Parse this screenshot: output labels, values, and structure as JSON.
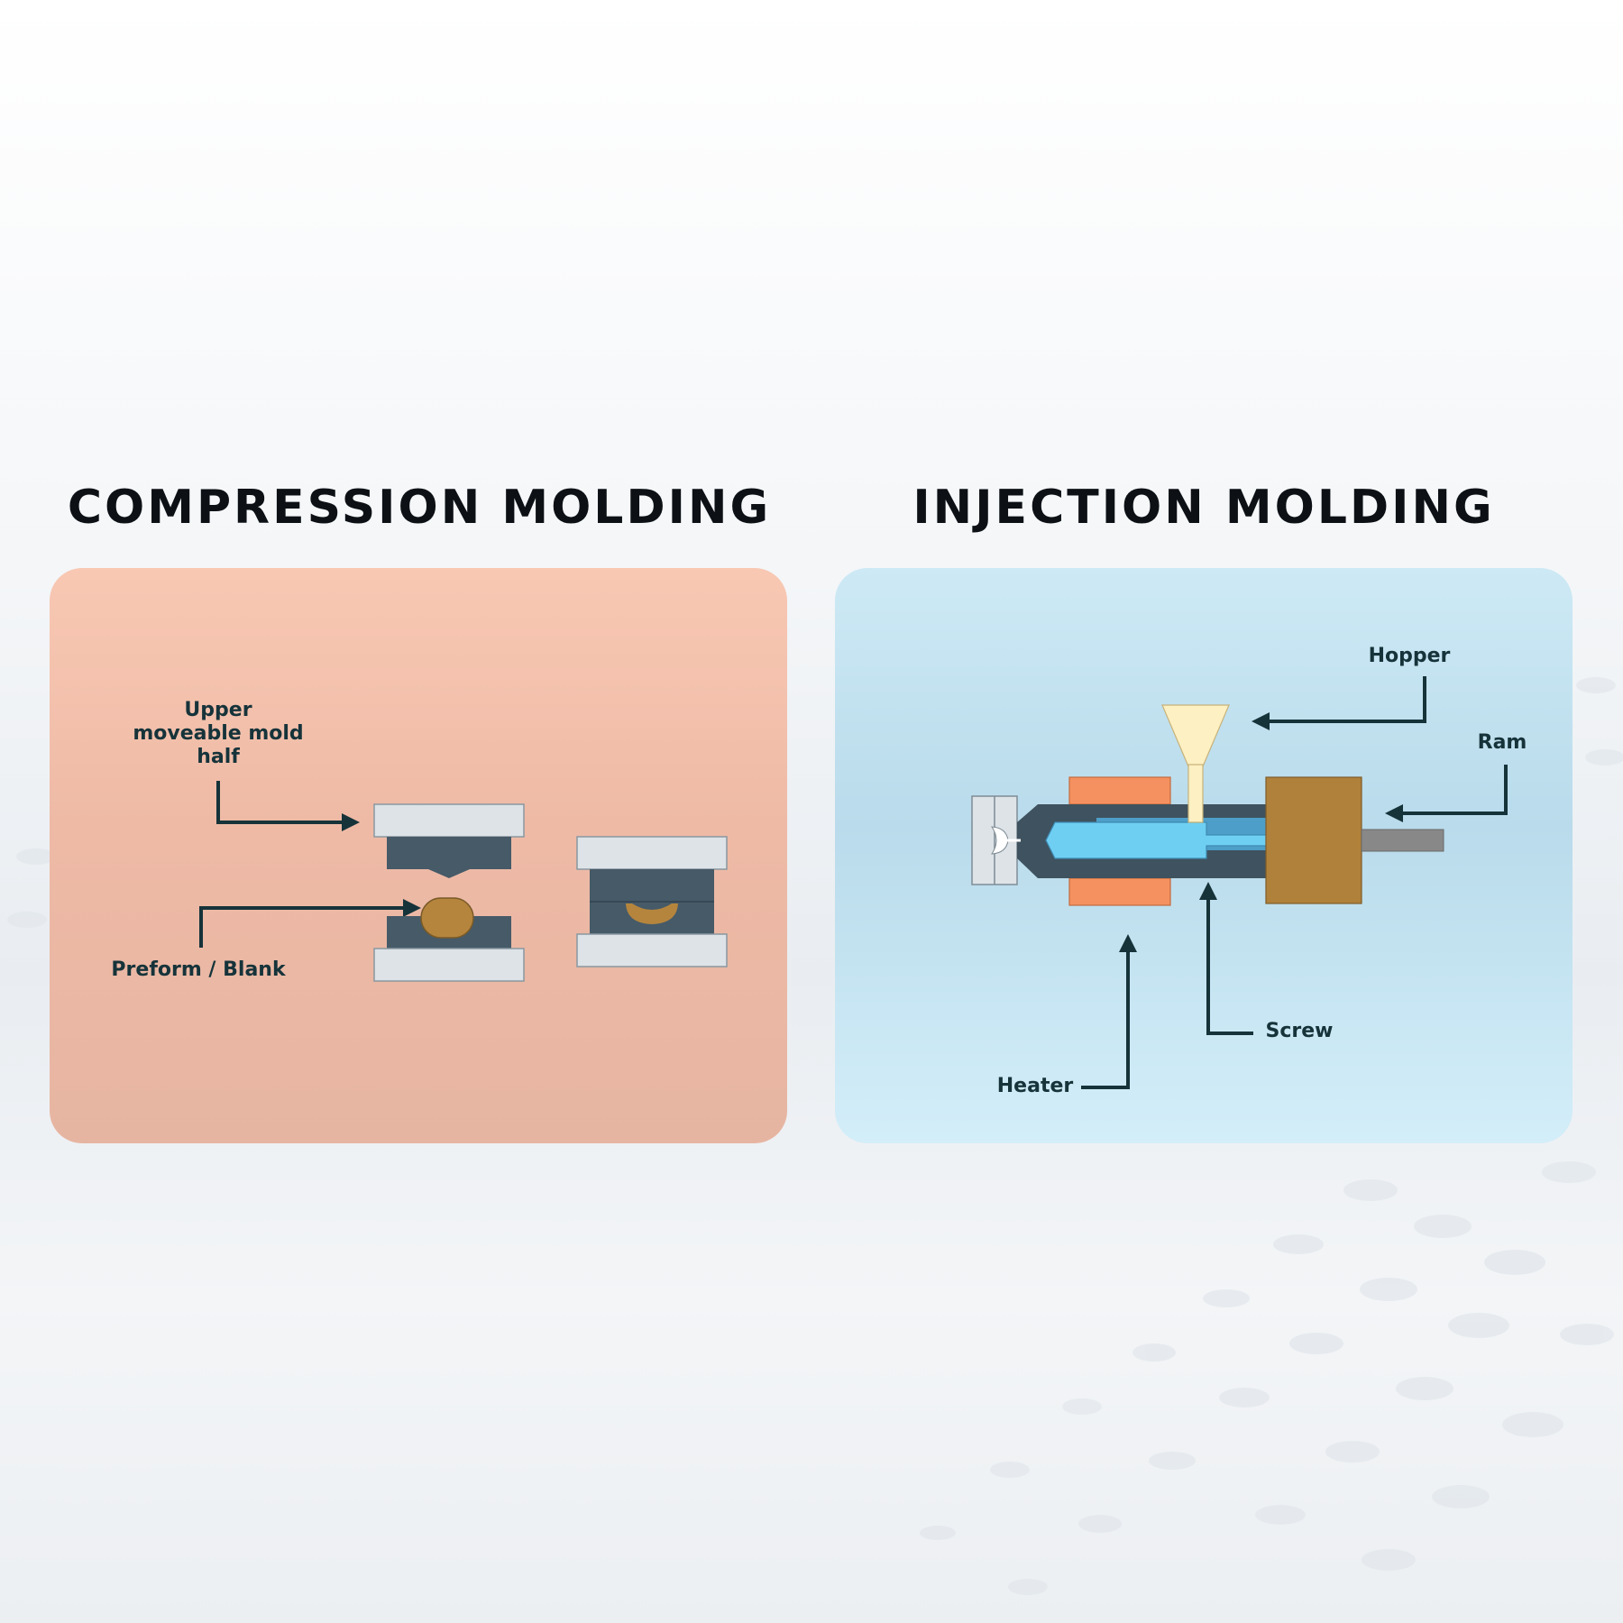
{
  "compression": {
    "title": "COMPRESSION MOLDING",
    "labels": {
      "upper_line1": "Upper",
      "upper_line2": "moveable mold",
      "upper_line3": "half",
      "preform": "Preform / Blank"
    }
  },
  "injection": {
    "title": "INJECTION MOLDING",
    "labels": {
      "hopper": "Hopper",
      "ram": "Ram",
      "screw": "Screw",
      "heater": "Heater"
    }
  },
  "colors": {
    "mold_dark": "#465a68",
    "plate_light": "#dde3e7",
    "material": "#b5853d",
    "heater": "#f59160",
    "hopper": "#fdf0c2",
    "screw": "#6fcff3",
    "ram_block": "#b0813b",
    "ram_rod": "#888888",
    "label_text": "#16333a",
    "arrow": "#16333a"
  }
}
